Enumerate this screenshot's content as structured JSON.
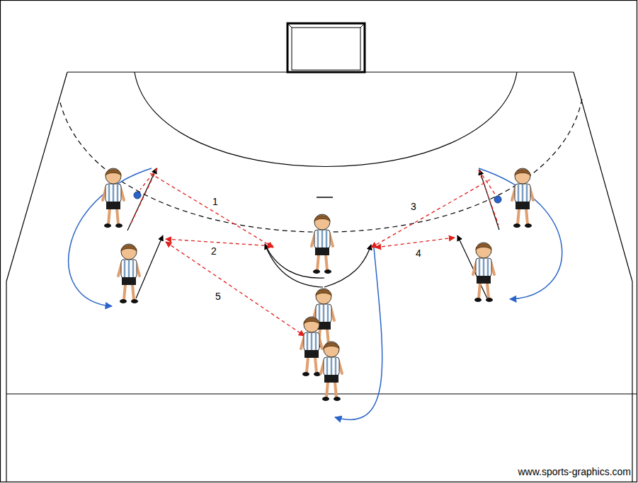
{
  "diagram": {
    "labels": [
      "1",
      "2",
      "3",
      "4",
      "5",
      "www.sports-graphics.com"
    ]
  }
}
